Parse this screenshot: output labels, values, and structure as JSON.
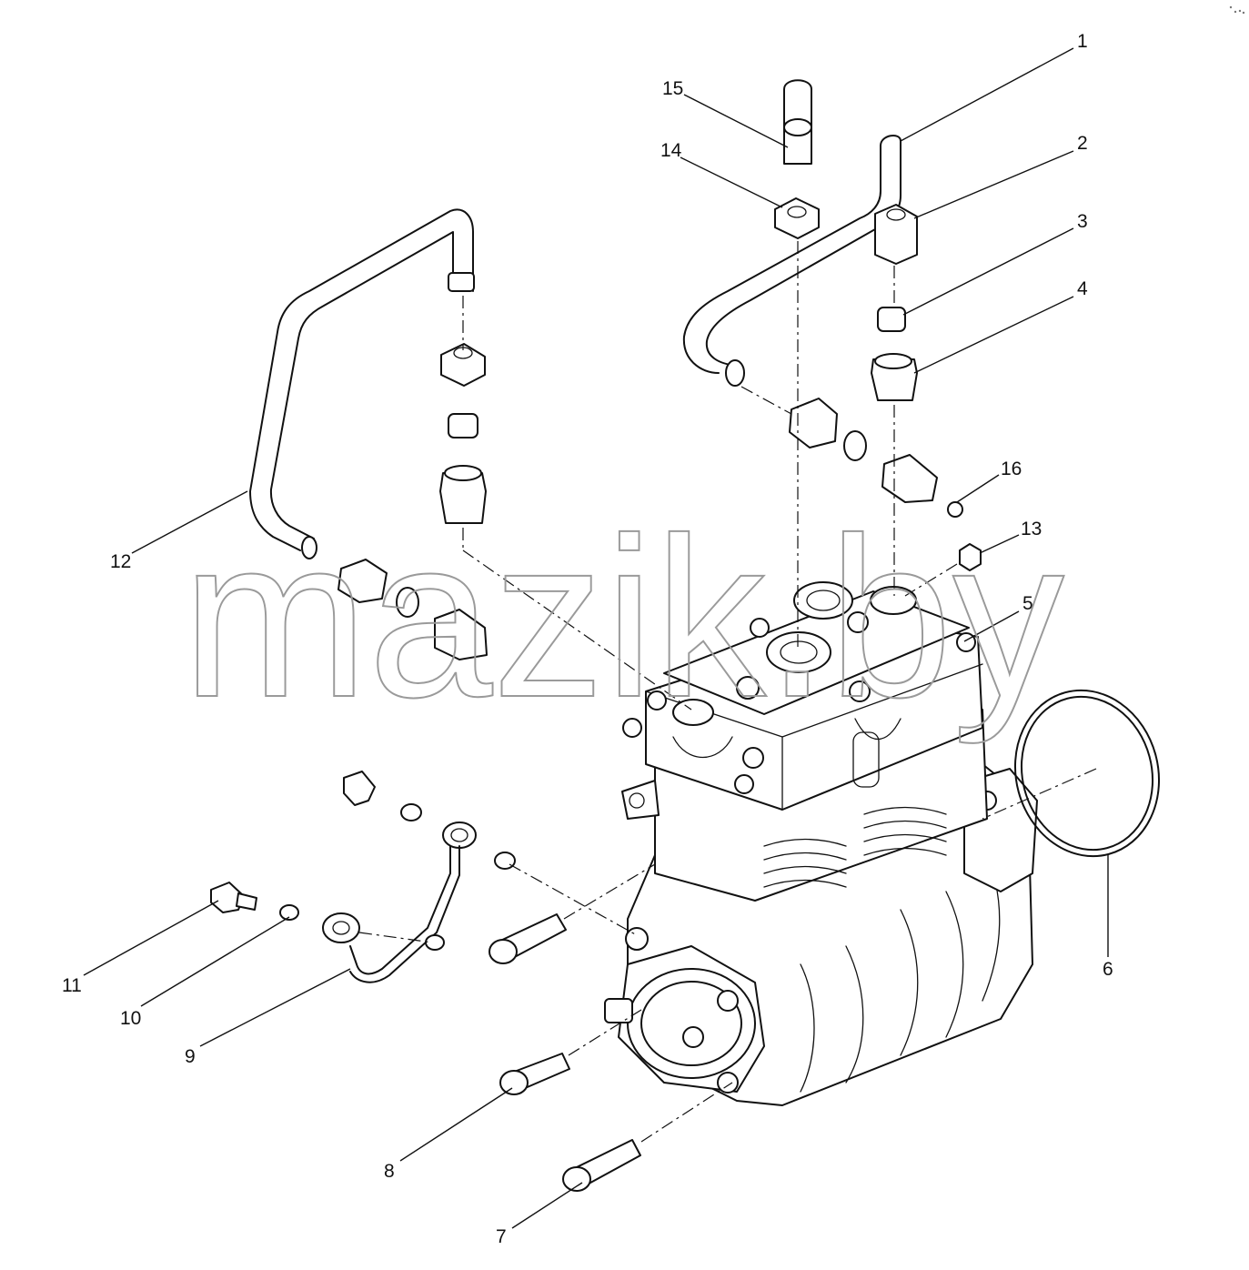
{
  "watermark": "mazik.by",
  "callouts": [
    {
      "id": "1",
      "label": "1"
    },
    {
      "id": "2",
      "label": "2"
    },
    {
      "id": "3",
      "label": "3"
    },
    {
      "id": "4",
      "label": "4"
    },
    {
      "id": "5",
      "label": "5"
    },
    {
      "id": "6",
      "label": "6"
    },
    {
      "id": "7",
      "label": "7"
    },
    {
      "id": "8",
      "label": "8"
    },
    {
      "id": "9",
      "label": "9"
    },
    {
      "id": "10",
      "label": "10"
    },
    {
      "id": "11",
      "label": "11"
    },
    {
      "id": "12",
      "label": "12"
    },
    {
      "id": "13",
      "label": "13"
    },
    {
      "id": "14",
      "label": "14"
    },
    {
      "id": "15",
      "label": "15"
    },
    {
      "id": "16",
      "label": "16"
    }
  ]
}
